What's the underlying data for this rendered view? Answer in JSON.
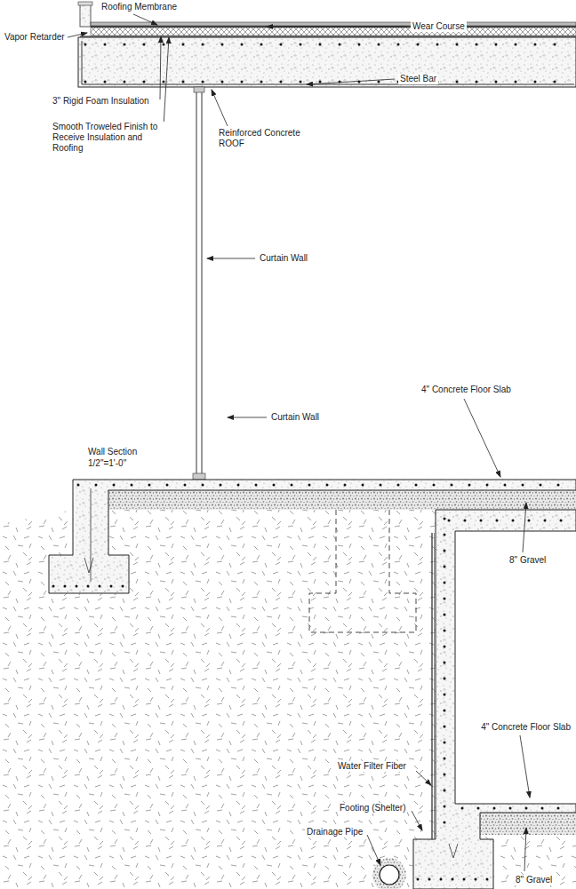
{
  "diagram": {
    "labels": [
      "Roofing Membrane",
      "Wear Course",
      "Vapor Retarder",
      "Steel Bar",
      "3\" Rigid Foam Insulation",
      "Smooth Troweled Finish to Receive Insulation and Roofing",
      "Reinforced Concrete ROOF",
      "Curtain Wall",
      "Curtain Wall",
      "Wall Section",
      "1/2\"=1'-0\"",
      "4\" Concrete Floor Slab",
      "8\" Gravel",
      "4\" Concrete Floor Slab",
      "Water Filter Fiber",
      "Footing (Shelter)",
      "Drainage Pipe",
      "8\" Gravel"
    ]
  }
}
